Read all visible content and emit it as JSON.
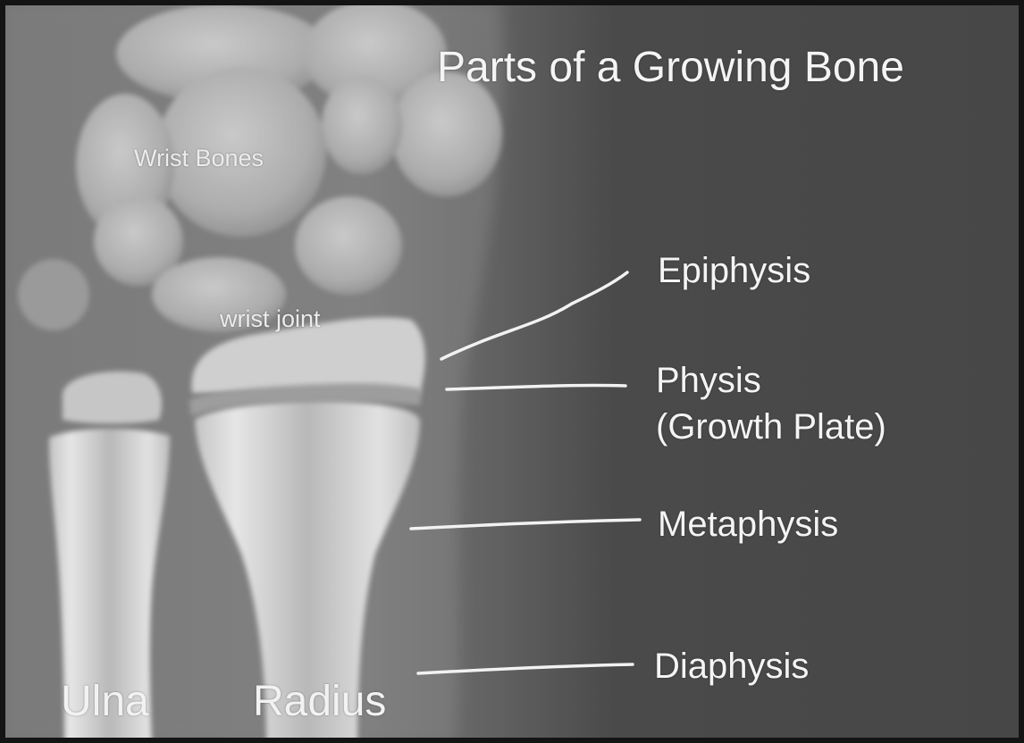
{
  "title": "Parts of a Growing Bone",
  "image_labels": {
    "wrist_bones": "Wrist Bones",
    "wrist_joint": "wrist joint",
    "ulna": "Ulna",
    "radius": "Radius"
  },
  "callouts": {
    "epiphysis": "Epiphysis",
    "physis": "Physis",
    "physis_sub": "(Growth Plate)",
    "metaphysis": "Metaphysis",
    "diaphysis": "Diaphysis"
  },
  "colors": {
    "background": "#4a4a4a",
    "bone": "#d8d8d8",
    "text": "#f4f4f4",
    "leader_lines": "#f2f2f2"
  }
}
